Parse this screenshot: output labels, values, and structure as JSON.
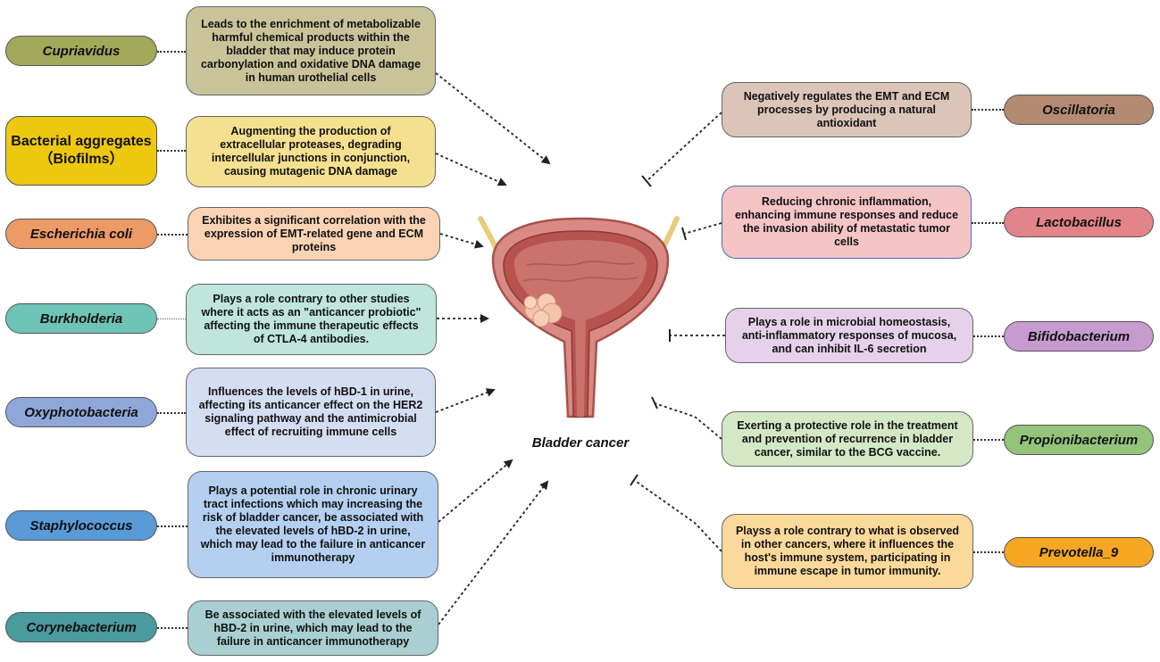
{
  "center": {
    "label": "Bladder cancer"
  },
  "left": [
    {
      "name": "Cupriavidus",
      "color": "#a3a85a",
      "box_color": "#c9c39a",
      "desc": "Leads to the enrichment of metabolizable harmful chemical products within the bladder that may induce protein carbonylation and oxidative DNA damage in human urothelial cells"
    },
    {
      "name_line1": "Bacterial aggregates",
      "name_line2": "（Biofilms）",
      "color": "#ecc80f",
      "box_color": "#f5e08f",
      "desc": "Augmenting the production of extracellular proteases, degrading intercellular junctions in conjunction, causing mutagenic DNA damage"
    },
    {
      "name": "Escherichia coli",
      "color": "#ec9a66",
      "box_color": "#f9d3b4",
      "desc": "Exhibites a significant correlation with the expression of  EMT-related gene and ECM proteins"
    },
    {
      "name": "Burkholderia",
      "color": "#6ec4b6",
      "box_color": "#bfe5dc",
      "desc": "Plays a role contrary to other studies where it acts as an \"anticancer probiotic\" affecting the immune therapeutic effects of CTLA-4 antibodies."
    },
    {
      "name": "Oxyphotobacteria",
      "color": "#8fa7d8",
      "box_color": "#d4def2",
      "desc": "Influences the levels of hBD-1 in urine, affecting its anticancer effect on the HER2 signaling pathway and the antimicrobial effect of recruiting immune cells"
    },
    {
      "name": "Staphylococcus",
      "color": "#5a9ad6",
      "box_color": "#b5cff0",
      "desc": "Plays a potential role in chronic urinary tract infections which may increasing the risk of bladder cancer, be associated with the elevated levels of hBD-2 in urine, which may lead to the failure in anticancer immunotherapy"
    },
    {
      "name": "Corynebacterium",
      "color": "#4a9a9e",
      "box_color": "#a9cfd2",
      "desc": "Be associated with the elevated levels of hBD-2 in urine, which may lead to the failure in anticancer immunotherapy"
    }
  ],
  "right": [
    {
      "name": "Oscillatoria",
      "color": "#b38a72",
      "box_color": "#dcc5b8",
      "desc": "Negatively regulates the EMT and ECM processes by producing a natural antioxidant"
    },
    {
      "name": "Lactobacillus",
      "color": "#e2848a",
      "box_color": "#f5c4c4",
      "desc": "Reducing chronic inflammation, enhancing immune responses and reduce the invasion ability of metastatic tumor cells"
    },
    {
      "name": "Bifidobacterium",
      "color": "#c79ad0",
      "box_color": "#e6d1ea",
      "desc": "Plays a role in microbial homeostasis, anti-inflammatory responses of mucosa, and can inhibit IL-6 secretion"
    },
    {
      "name": "Propionibacterium",
      "color": "#94c47a",
      "box_color": "#d4e8c6",
      "desc": "Exerting a protective role in the treatment and prevention of recurrence in bladder cancer, similar to the BCG vaccine."
    },
    {
      "name": "Prevotella_9",
      "color": "#f5a623",
      "box_color": "#fbd99a",
      "desc": "Playss a role contrary to what is observed in other cancers, where it influences the host's immune system, participating in immune escape in tumor immunity."
    }
  ]
}
